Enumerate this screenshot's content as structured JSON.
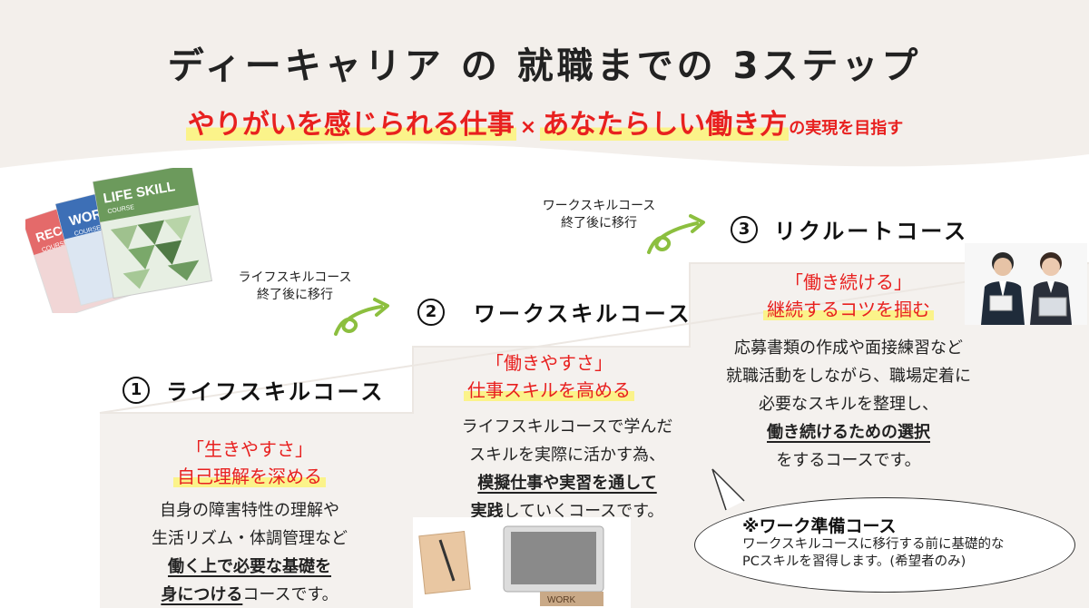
{
  "header": {
    "title": "ディーキャリア の 就職までの 3ステップ",
    "subtitle_part1": "やりがいを感じられる仕事",
    "subtitle_x": "×",
    "subtitle_part2": "あなたらしい働き方",
    "subtitle_tail": "の実現を目指す"
  },
  "steps": [
    {
      "num": "1",
      "name": "ライフスキルコース",
      "catch_line1": "「生きやすさ」",
      "catch_line2": "自己理解を深める",
      "desc_line1": "自身の障害特性の理解や",
      "desc_line2": "生活リズム・体調管理など",
      "desc_line3_bold": "働く上で必要な基礎を",
      "desc_line4_bold": "身につける",
      "desc_line4_rest": "コースです。"
    },
    {
      "num": "2",
      "name": "ワークスキルコース",
      "catch_line1": "「働きやすさ」",
      "catch_line2": "仕事スキルを高める",
      "desc_line1": "ライフスキルコースで学んだ",
      "desc_line2": "スキルを実際に活かす為、",
      "desc_line3_bold": "模擬仕事や実習を通して",
      "desc_line4_bold": "実践",
      "desc_line4_rest": "していくコースです。"
    },
    {
      "num": "3",
      "name": "リクルートコース",
      "catch_line1": "「働き続ける」",
      "catch_line2": "継続するコツを掴む",
      "desc_line1": "応募書類の作成や面接練習など",
      "desc_line2": "就職活動をしながら、職場定着に",
      "desc_line3": "必要なスキルを整理し、",
      "desc_line4_bold": "働き続けるための選択",
      "desc_line5": "をするコースです。"
    }
  ],
  "transitions": [
    {
      "line1": "ライフスキルコース",
      "line2": "終了後に移行"
    },
    {
      "line1": "ワークスキルコース",
      "line2": "終了後に移行"
    }
  ],
  "prep": {
    "title": "※ワーク準備コース",
    "line1": "ワークスキルコースに移行する前に基礎的な",
    "line2": "PCスキルを習得します。(希望者のみ)"
  },
  "images": {
    "book1_text": "LIFE SKILL",
    "book1_sub": "COURSE",
    "book2_text": "WORK",
    "book2_sub": "COURSE",
    "book3_text": "RECR",
    "book3_sub": "COURSE",
    "block_text": "WORK"
  },
  "colors": {
    "accent_red": "#e8201f",
    "highlight_yellow": "#fbf38a",
    "arrow_green": "#8cbf3f",
    "background_beige": "#f3efeb"
  }
}
